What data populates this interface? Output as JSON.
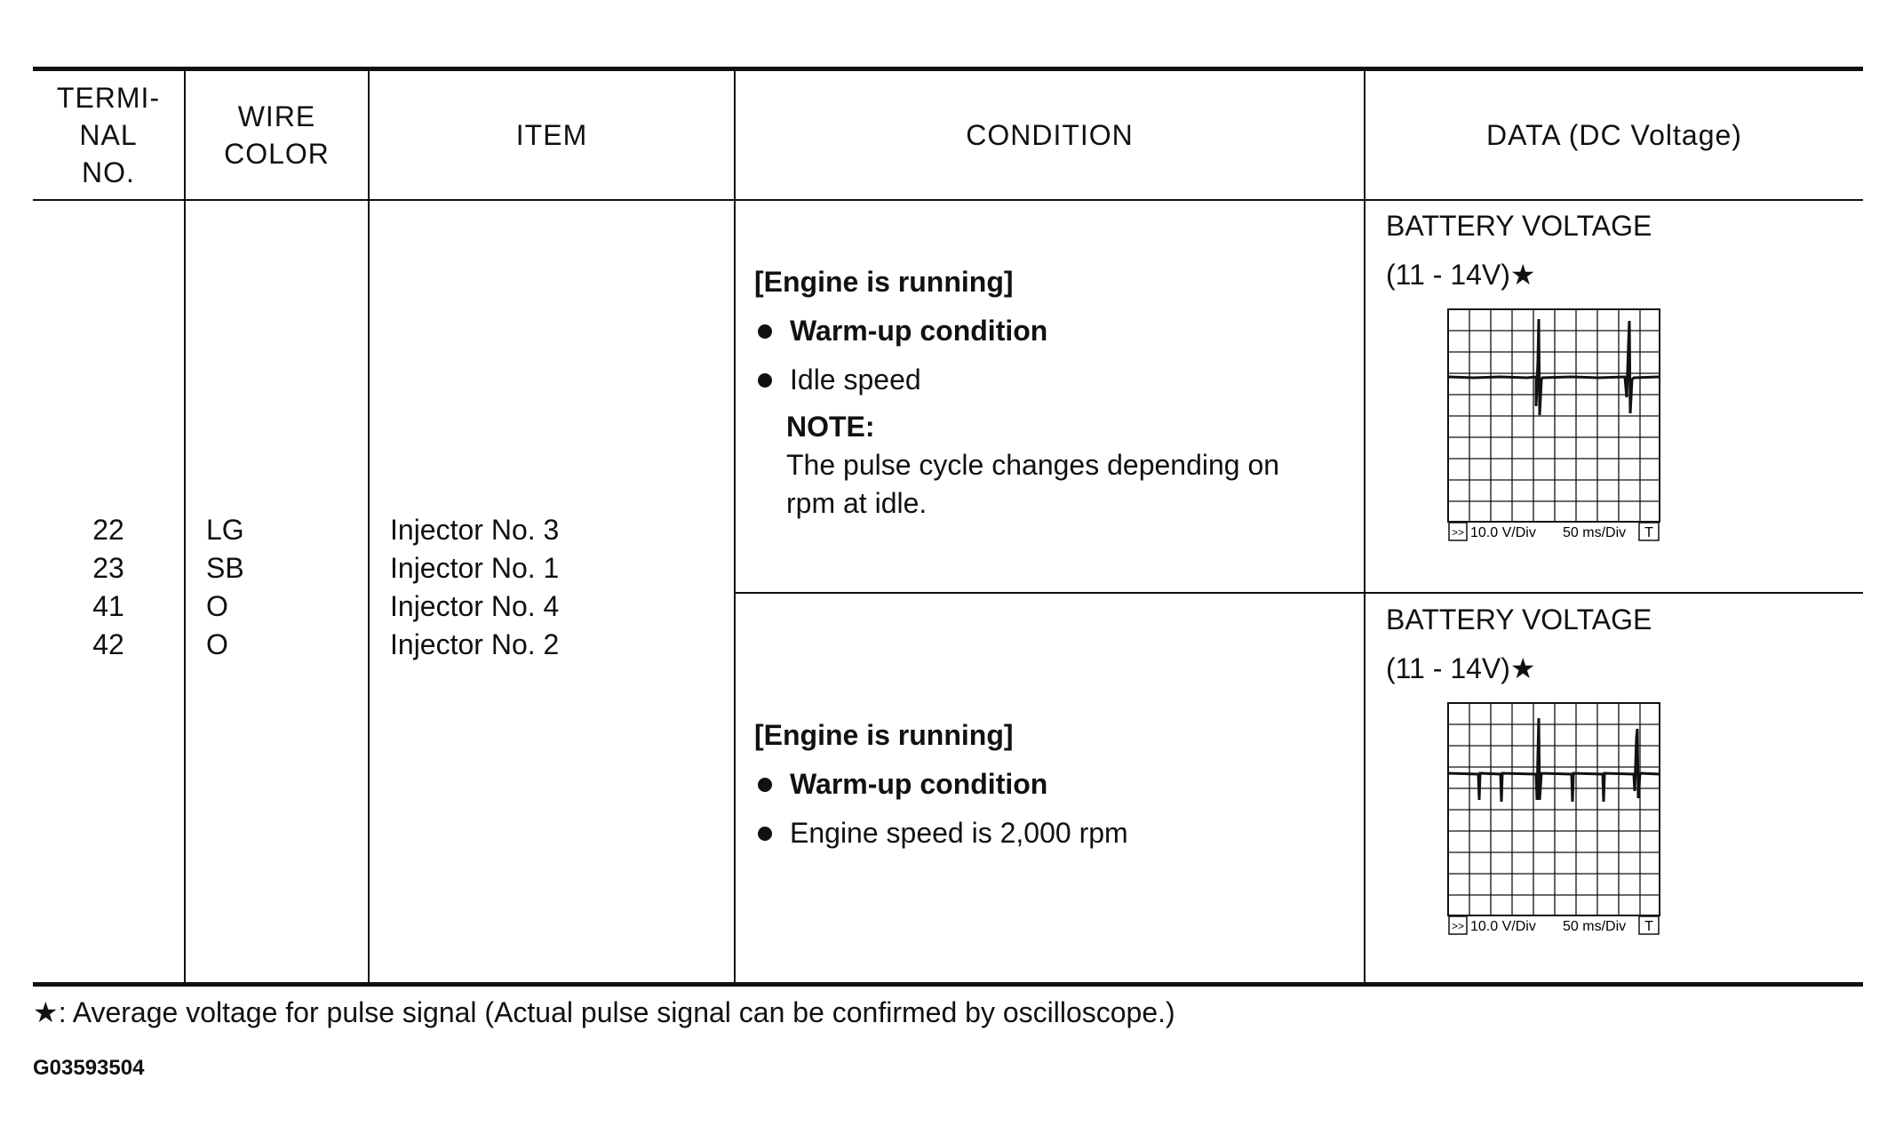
{
  "headers": {
    "terminal": [
      "TERMI-",
      "NAL",
      "NO."
    ],
    "wire": [
      "WIRE",
      "COLOR"
    ],
    "item": "ITEM",
    "condition": "CONDITION",
    "data": "DATA (DC Voltage)"
  },
  "terminals": [
    "22",
    "23",
    "41",
    "42"
  ],
  "wire_colors": [
    "LG",
    "SB",
    "O",
    "O"
  ],
  "items": [
    "Injector No. 3",
    "Injector No. 1",
    "Injector No. 4",
    "Injector No. 2"
  ],
  "row1": {
    "condition_title": "[Engine is running]",
    "bullet1": "Warm-up condition",
    "bullet2": "Idle speed",
    "note_title": "NOTE:",
    "note_line1": "The pulse cycle changes depending on",
    "note_line2": "rpm at idle.",
    "data_line1": "BATTERY VOLTAGE",
    "data_line2": "(11 - 14V)★",
    "scope_left": "10.0 V/Div",
    "scope_right": "50 ms/Div",
    "scope_mark_left": ">>",
    "scope_mark_right": "T"
  },
  "row2": {
    "condition_title": "[Engine is running]",
    "bullet1": "Warm-up condition",
    "bullet2": "Engine speed is 2,000 rpm",
    "data_line1": "BATTERY VOLTAGE",
    "data_line2": "(11 - 14V)★",
    "scope_left": "10.0 V/Div",
    "scope_right": "50 ms/Div",
    "scope_mark_left": ">>",
    "scope_mark_right": "T"
  },
  "footnote": "★: Average voltage for pulse signal (Actual pulse signal can be confirmed by oscilloscope.)",
  "figure_code": "G03593504"
}
